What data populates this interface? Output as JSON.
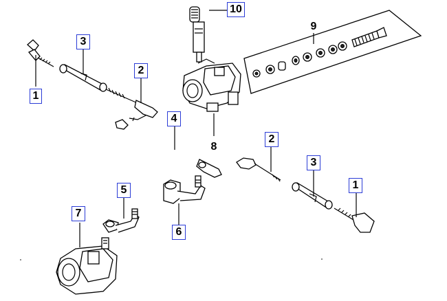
{
  "callouts": {
    "p1_left": "1",
    "p3_left": "3",
    "p2_left": "2",
    "p10": "10",
    "p9": "9",
    "p8": "8",
    "p4": "4",
    "p2_right": "2",
    "p3_right": "3",
    "p1_right": "1",
    "p5": "5",
    "p7": "7",
    "p6": "6"
  }
}
